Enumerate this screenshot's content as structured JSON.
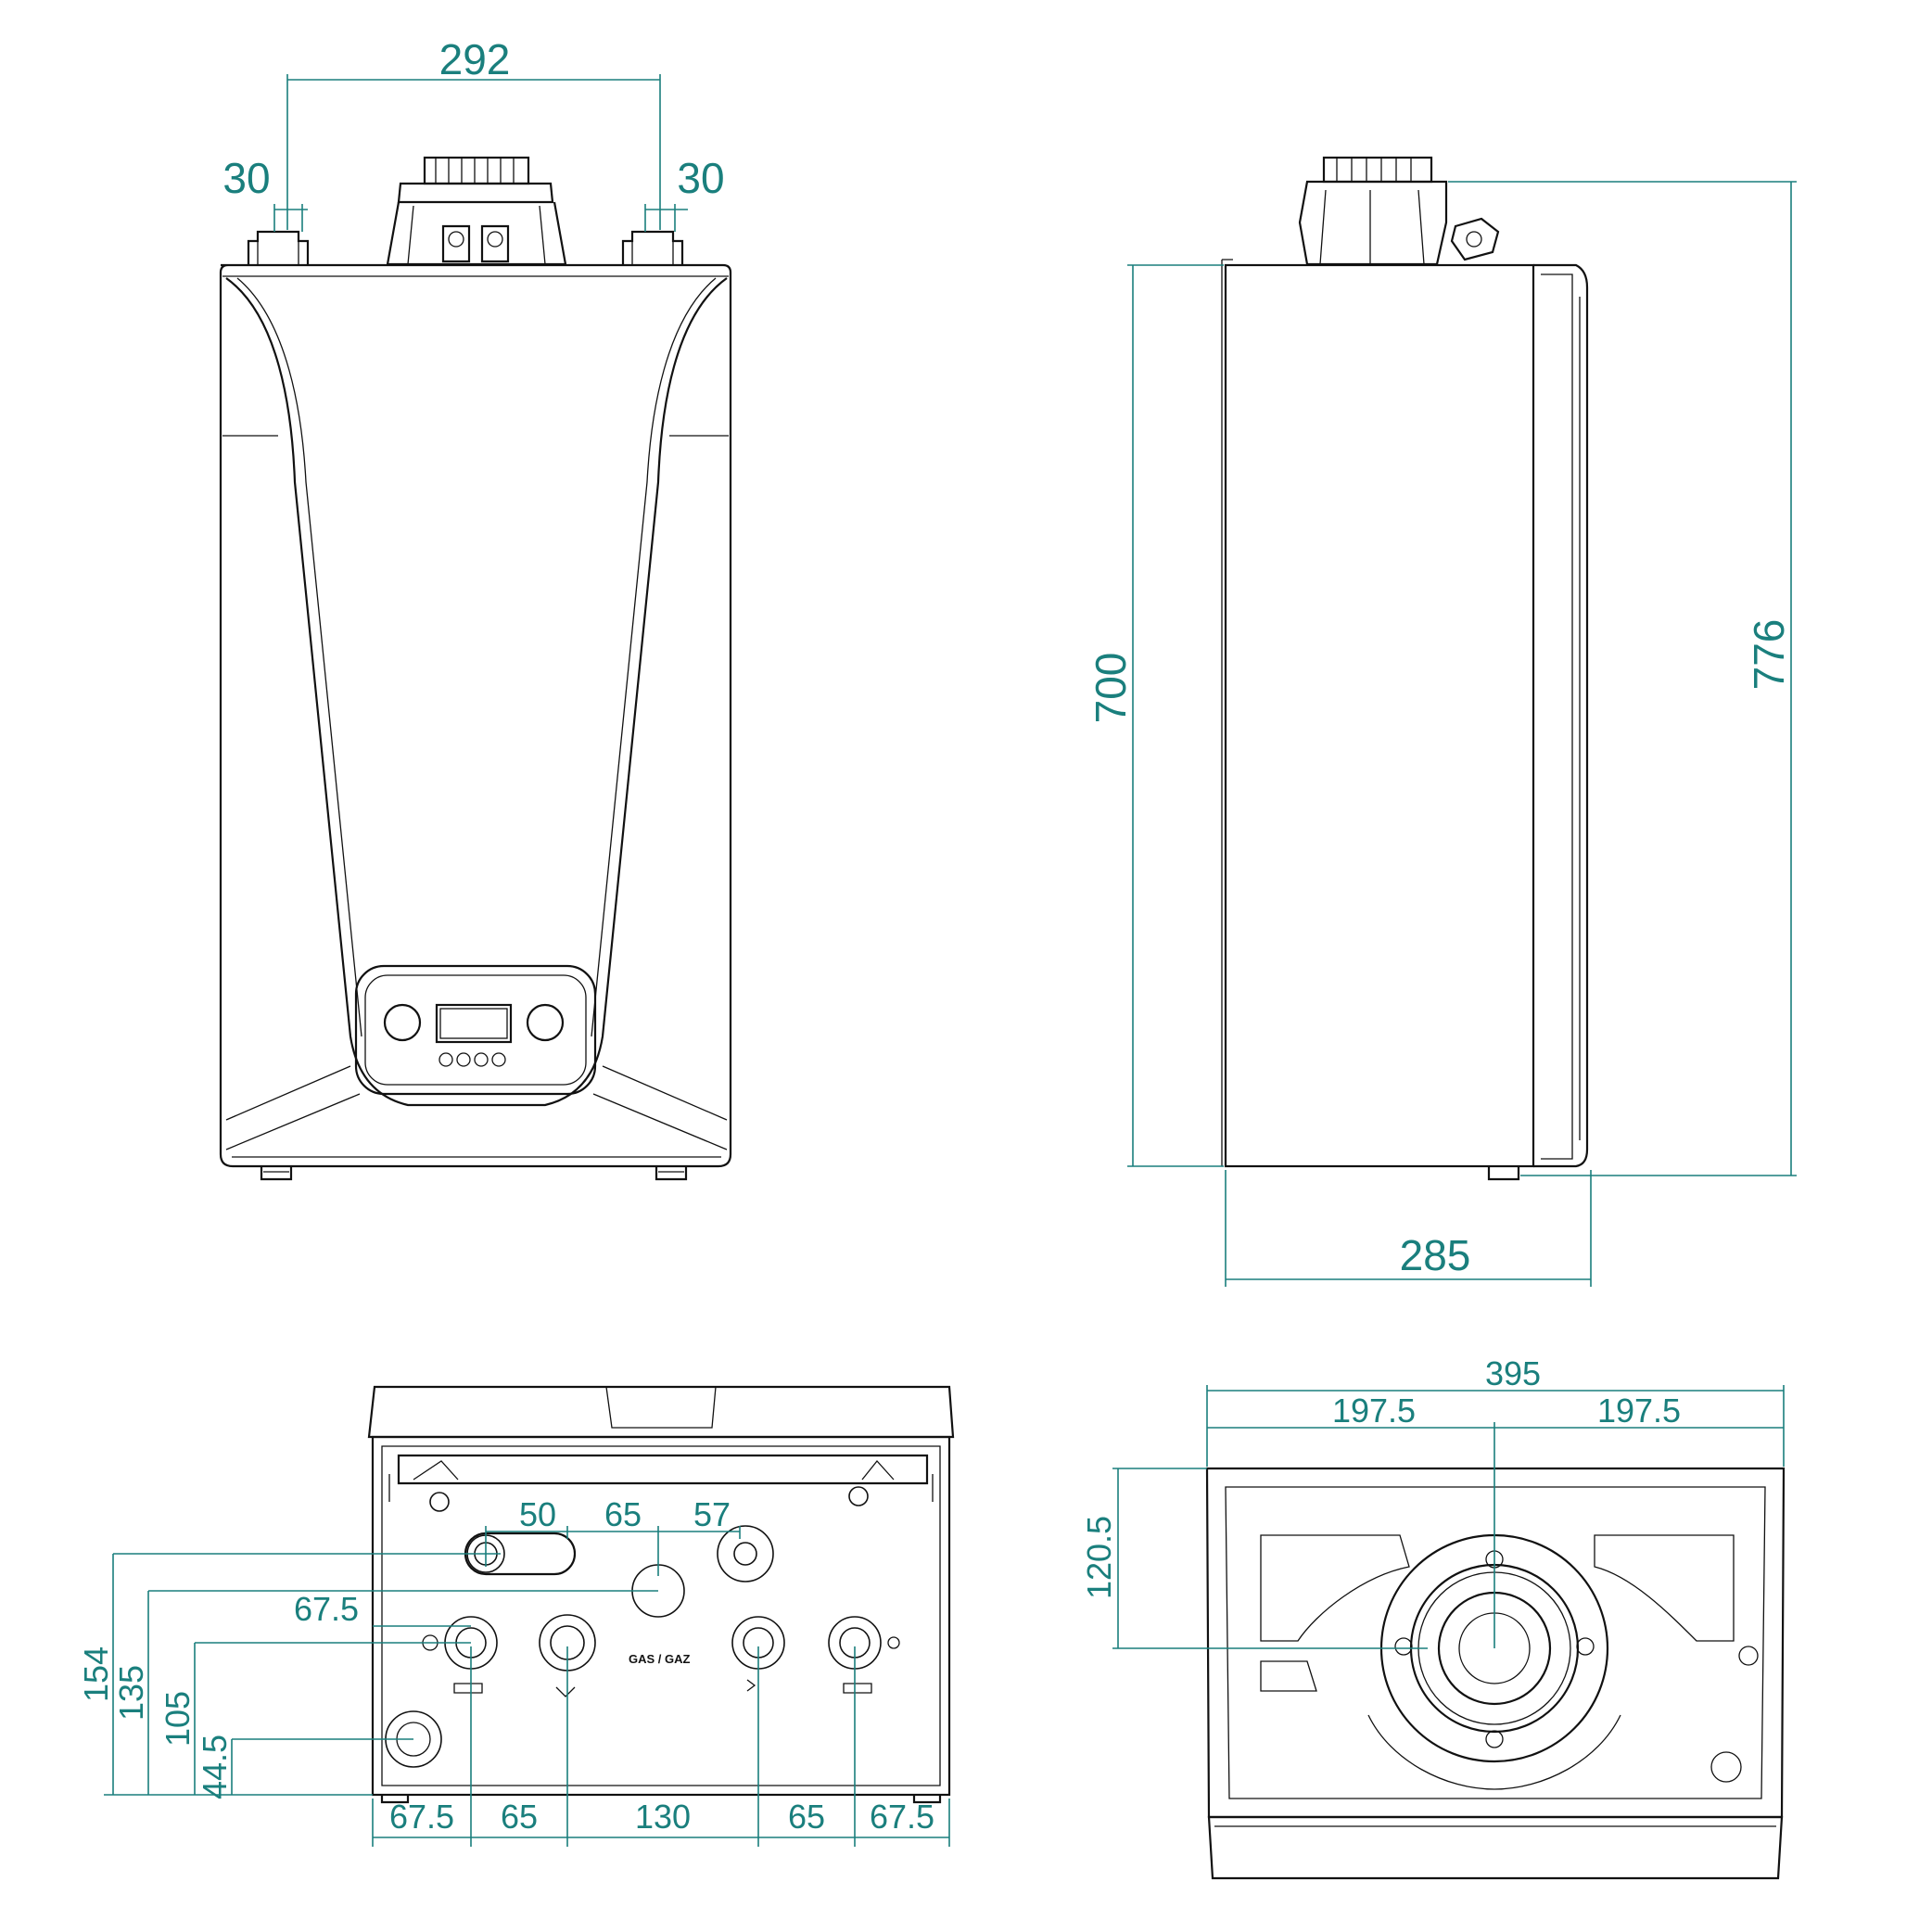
{
  "front_view": {
    "dims": {
      "width": "292",
      "hook_left": "30",
      "hook_right": "30"
    }
  },
  "side_view": {
    "dims": {
      "height_body": "700",
      "height_total": "776",
      "depth": "285"
    }
  },
  "bottom_view": {
    "dims_top": [
      "50",
      "65",
      "57"
    ],
    "dims_bottom": [
      "67.5",
      "65",
      "130",
      "65",
      "67.5"
    ],
    "dims_left": [
      "154",
      "135",
      "105",
      "44.5"
    ],
    "dim_inner": "67.5",
    "gas_label": "GAS / GAZ"
  },
  "top_view": {
    "dims": {
      "overall": "395",
      "half_left": "197.5",
      "half_right": "197.5",
      "depth": "120.5"
    }
  },
  "colors": {
    "dimension": "#1a7f7d",
    "line": "#111111"
  }
}
